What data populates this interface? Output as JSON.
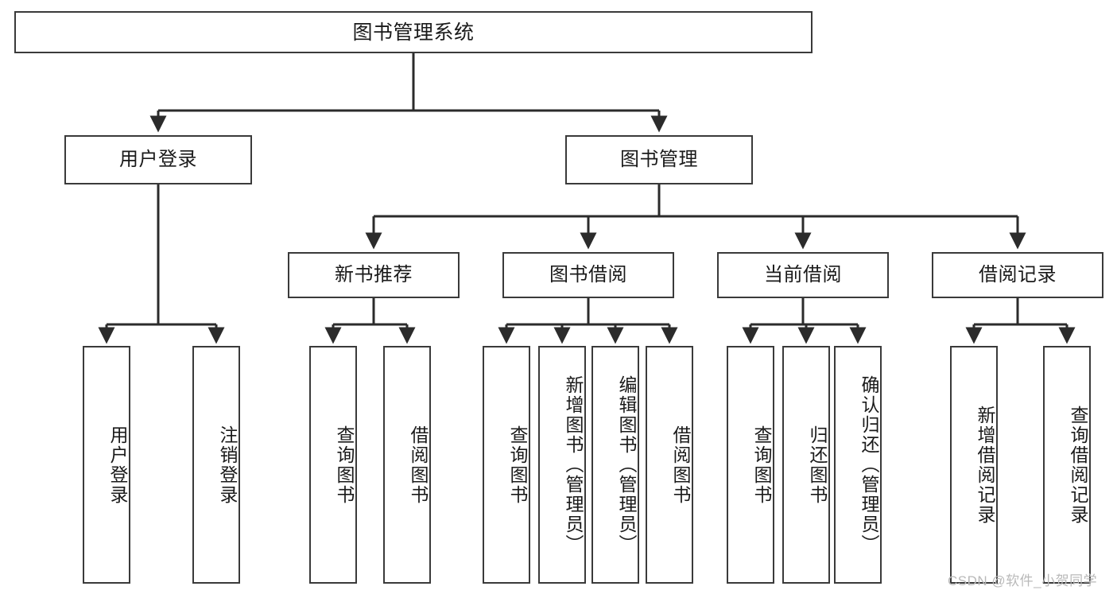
{
  "diagram": {
    "title": "图书管理系统",
    "type": "hierarchy-tree",
    "colors": {
      "box_border": "#3a3a3a",
      "box_fill": "#ffffff",
      "edge": "#2b2b2b",
      "text": "#1a1a1a",
      "watermark": "#b9b9b9",
      "background": "#ffffff"
    },
    "root": {
      "label": "图书管理系统"
    },
    "level1": [
      {
        "label": "用户登录"
      },
      {
        "label": "图书管理"
      }
    ],
    "level2": [
      {
        "label": "新书推荐"
      },
      {
        "label": "图书借阅"
      },
      {
        "label": "当前借阅"
      },
      {
        "label": "借阅记录"
      }
    ],
    "leaves": {
      "user_login": [
        {
          "label": "用户登录"
        },
        {
          "label": "注销登录"
        }
      ],
      "new_book_recommend": [
        {
          "label": "查询图书"
        },
        {
          "label": "借阅图书"
        }
      ],
      "book_borrow": [
        {
          "label": "查询图书"
        },
        {
          "label": "新增图书（管理员）"
        },
        {
          "label": "编辑图书（管理员）"
        },
        {
          "label": "借阅图书"
        }
      ],
      "current_borrow": [
        {
          "label": "查询图书"
        },
        {
          "label": "归还图书"
        },
        {
          "label": "确认归还（管理员）"
        }
      ],
      "borrow_records": [
        {
          "label": "新增借阅记录"
        },
        {
          "label": "查询借阅记录"
        }
      ]
    }
  },
  "watermark": {
    "text": "CSDN @软件_小贺同学"
  }
}
